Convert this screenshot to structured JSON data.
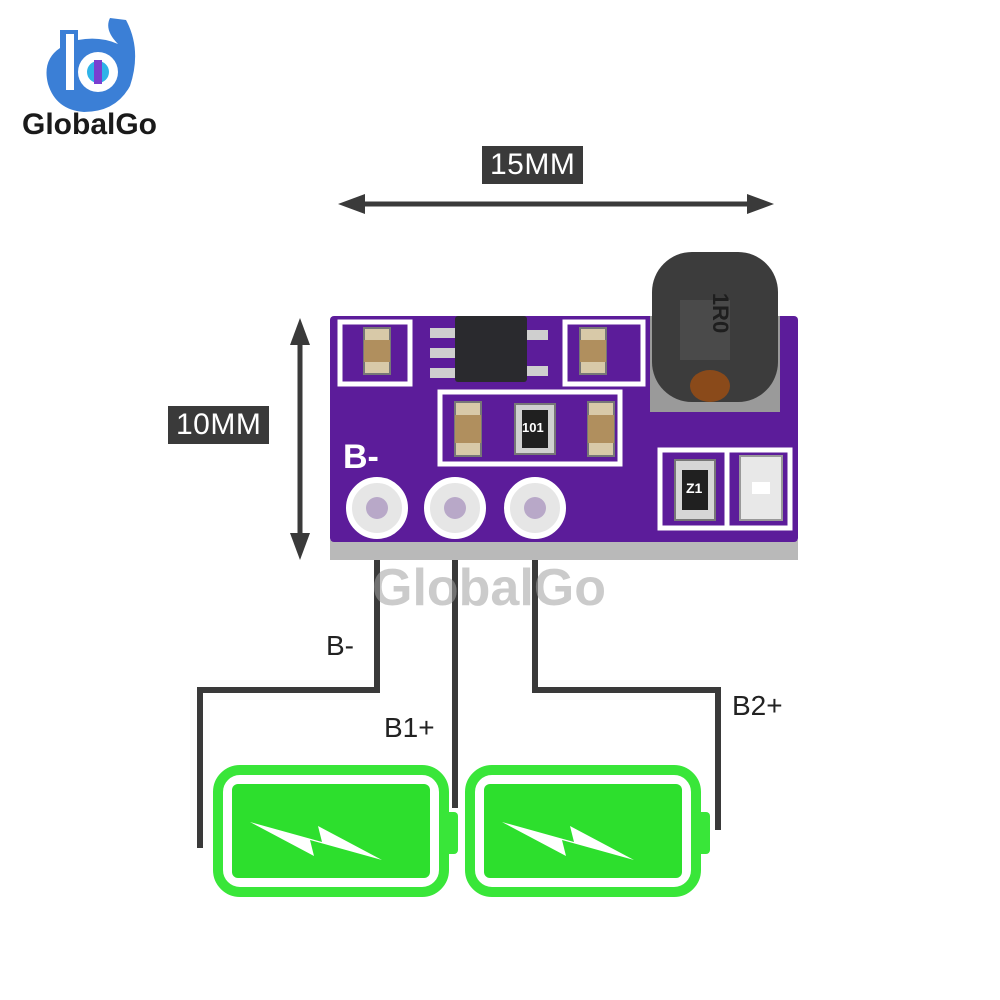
{
  "brand": {
    "name": "GlobalGo",
    "watermark": "GlobalGo",
    "logo_colors": [
      "#2fb3e8",
      "#3b7fd6",
      "#7a3fd0"
    ]
  },
  "dimensions": {
    "width_label": "15MM",
    "height_label": "10MM"
  },
  "board": {
    "color": "#5c1c9a",
    "silkscreen_pad_label": "B-",
    "inductor_marking": "1R0",
    "resistor_marking": "101",
    "diode_marking": "Z1"
  },
  "wires": [
    {
      "label": "B-"
    },
    {
      "label": "B1+"
    },
    {
      "label": "B2+"
    }
  ],
  "batteries": {
    "count": 2,
    "fill_color": "#2ddf2d",
    "border_color": "#39e639"
  }
}
